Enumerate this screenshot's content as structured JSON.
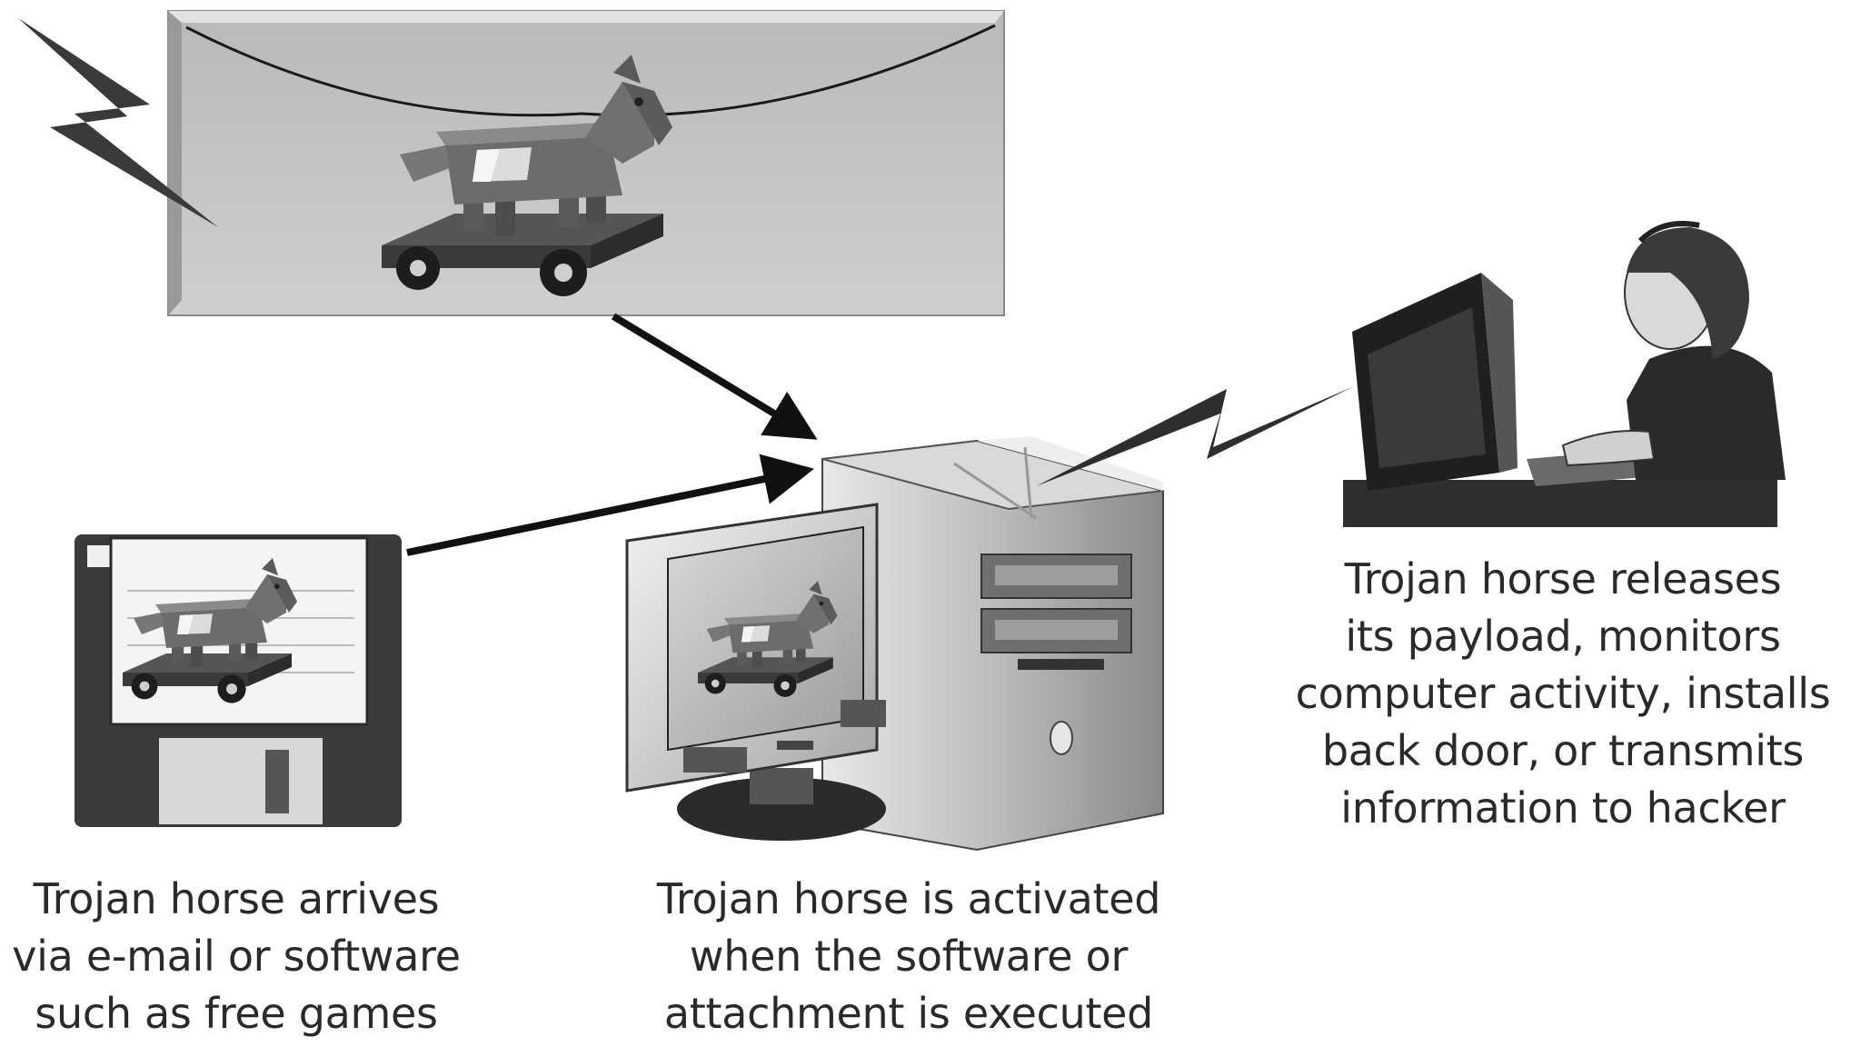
{
  "captions": {
    "arrival": {
      "lines": [
        "Trojan horse arrives",
        "via e-mail or software",
        "such as free games"
      ]
    },
    "activated": {
      "lines": [
        "Trojan horse is activated",
        "when the software or",
        "attachment is executed"
      ]
    },
    "payload": {
      "lines": [
        "Trojan horse releases",
        "its payload, monitors",
        "computer activity, installs",
        "back door, or transmits",
        "information to hacker"
      ]
    }
  },
  "icons": {
    "email": "envelope-icon",
    "floppy": "floppy-disk-icon",
    "computer": "desktop-computer-icon",
    "hacker": "hacker-at-computer-icon",
    "trojan": "trojan-horse-icon",
    "lightning": "lightning-bolt-icon"
  }
}
